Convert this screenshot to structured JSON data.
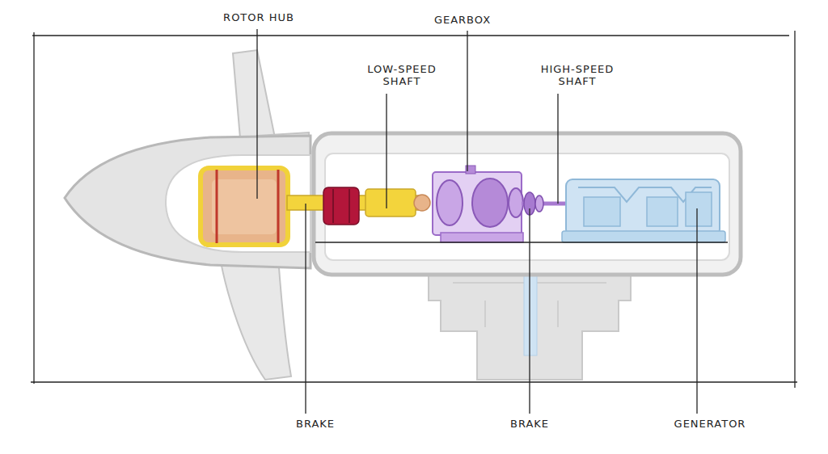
{
  "diagram": {
    "labels": [
      "ROTOR HUB",
      "GEARBOX",
      "LOW-SPEED SHAFT",
      "HIGH-SPEED SHAFT",
      "BRAKE",
      "BRAKE",
      "GENERATOR"
    ]
  }
}
